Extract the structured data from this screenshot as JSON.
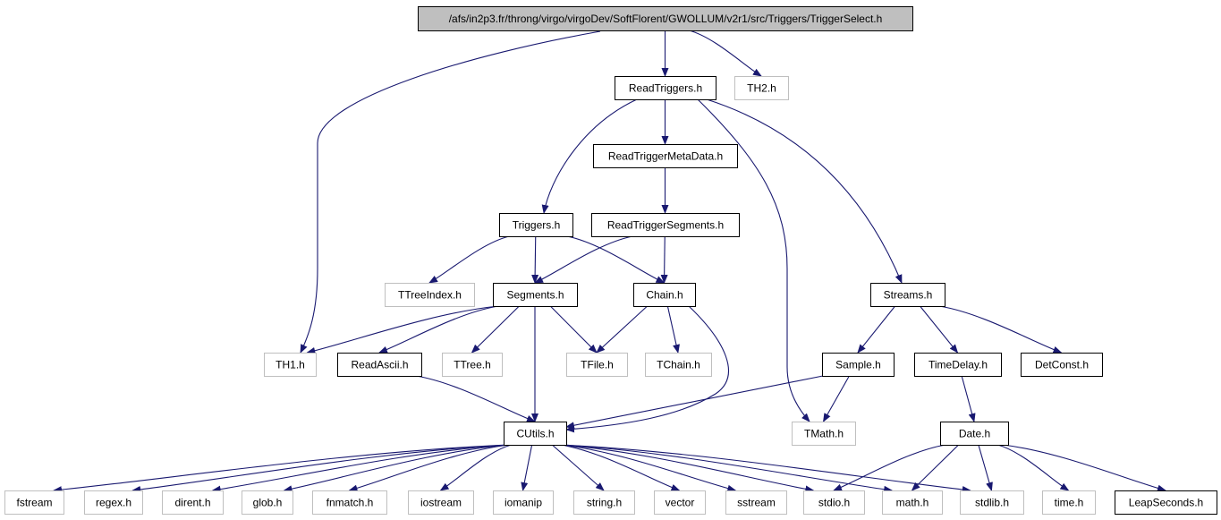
{
  "colors": {
    "edge": "#191970",
    "node_border_documented": "#000000",
    "node_border_undocumented": "#bfbfbf",
    "root_fill": "#bfbfbf",
    "node_fill": "#ffffff"
  },
  "nodes": [
    {
      "id": "root",
      "label": "/afs/in2p3.fr/throng/virgo/virgoDev/SoftFlorent/GWOLLUM/v2r1/src/Triggers/TriggerSelect.h",
      "style": "root"
    },
    {
      "id": "readtriggers",
      "label": "ReadTriggers.h",
      "style": "documented"
    },
    {
      "id": "th2",
      "label": "TH2.h",
      "style": "external"
    },
    {
      "id": "readtriggermetadata",
      "label": "ReadTriggerMetaData.h",
      "style": "documented"
    },
    {
      "id": "triggers",
      "label": "Triggers.h",
      "style": "documented"
    },
    {
      "id": "readtriggersegments",
      "label": "ReadTriggerSegments.h",
      "style": "documented"
    },
    {
      "id": "ttreeindex",
      "label": "TTreeIndex.h",
      "style": "external"
    },
    {
      "id": "segments",
      "label": "Segments.h",
      "style": "documented"
    },
    {
      "id": "chain",
      "label": "Chain.h",
      "style": "documented"
    },
    {
      "id": "streams",
      "label": "Streams.h",
      "style": "documented"
    },
    {
      "id": "th1",
      "label": "TH1.h",
      "style": "external"
    },
    {
      "id": "readascii",
      "label": "ReadAscii.h",
      "style": "documented"
    },
    {
      "id": "ttree",
      "label": "TTree.h",
      "style": "external"
    },
    {
      "id": "tfile",
      "label": "TFile.h",
      "style": "external"
    },
    {
      "id": "tchain",
      "label": "TChain.h",
      "style": "external"
    },
    {
      "id": "sample",
      "label": "Sample.h",
      "style": "documented"
    },
    {
      "id": "timedelay",
      "label": "TimeDelay.h",
      "style": "documented"
    },
    {
      "id": "detconst",
      "label": "DetConst.h",
      "style": "documented"
    },
    {
      "id": "cutils",
      "label": "CUtils.h",
      "style": "documented"
    },
    {
      "id": "tmath",
      "label": "TMath.h",
      "style": "external"
    },
    {
      "id": "date",
      "label": "Date.h",
      "style": "documented"
    },
    {
      "id": "fstream",
      "label": "fstream",
      "style": "external"
    },
    {
      "id": "regex",
      "label": "regex.h",
      "style": "external"
    },
    {
      "id": "dirent",
      "label": "dirent.h",
      "style": "external"
    },
    {
      "id": "glob",
      "label": "glob.h",
      "style": "external"
    },
    {
      "id": "fnmatch",
      "label": "fnmatch.h",
      "style": "external"
    },
    {
      "id": "iostream",
      "label": "iostream",
      "style": "external"
    },
    {
      "id": "iomanip",
      "label": "iomanip",
      "style": "external"
    },
    {
      "id": "string",
      "label": "string.h",
      "style": "external"
    },
    {
      "id": "vector",
      "label": "vector",
      "style": "external"
    },
    {
      "id": "sstream",
      "label": "sstream",
      "style": "external"
    },
    {
      "id": "stdio",
      "label": "stdio.h",
      "style": "external"
    },
    {
      "id": "math",
      "label": "math.h",
      "style": "external"
    },
    {
      "id": "stdlib",
      "label": "stdlib.h",
      "style": "external"
    },
    {
      "id": "time",
      "label": "time.h",
      "style": "external"
    },
    {
      "id": "leapseconds",
      "label": "LeapSeconds.h",
      "style": "documented"
    }
  ],
  "edges": [
    [
      "root",
      "readtriggers"
    ],
    [
      "root",
      "th2"
    ],
    [
      "root",
      "th1"
    ],
    [
      "readtriggers",
      "readtriggermetadata"
    ],
    [
      "readtriggers",
      "triggers"
    ],
    [
      "readtriggers",
      "tmath"
    ],
    [
      "readtriggers",
      "streams"
    ],
    [
      "readtriggermetadata",
      "readtriggersegments"
    ],
    [
      "readtriggersegments",
      "segments"
    ],
    [
      "readtriggersegments",
      "chain"
    ],
    [
      "triggers",
      "ttreeindex"
    ],
    [
      "triggers",
      "segments"
    ],
    [
      "triggers",
      "chain"
    ],
    [
      "segments",
      "th1"
    ],
    [
      "segments",
      "readascii"
    ],
    [
      "segments",
      "ttree"
    ],
    [
      "segments",
      "tfile"
    ],
    [
      "segments",
      "cutils"
    ],
    [
      "chain",
      "tfile"
    ],
    [
      "chain",
      "tchain"
    ],
    [
      "chain",
      "cutils"
    ],
    [
      "readascii",
      "cutils"
    ],
    [
      "streams",
      "sample"
    ],
    [
      "streams",
      "timedelay"
    ],
    [
      "streams",
      "detconst"
    ],
    [
      "sample",
      "cutils"
    ],
    [
      "sample",
      "tmath"
    ],
    [
      "timedelay",
      "date"
    ],
    [
      "cutils",
      "fstream"
    ],
    [
      "cutils",
      "regex"
    ],
    [
      "cutils",
      "dirent"
    ],
    [
      "cutils",
      "glob"
    ],
    [
      "cutils",
      "fnmatch"
    ],
    [
      "cutils",
      "iostream"
    ],
    [
      "cutils",
      "iomanip"
    ],
    [
      "cutils",
      "string"
    ],
    [
      "cutils",
      "vector"
    ],
    [
      "cutils",
      "sstream"
    ],
    [
      "cutils",
      "stdio"
    ],
    [
      "cutils",
      "math"
    ],
    [
      "cutils",
      "stdlib"
    ],
    [
      "date",
      "stdio"
    ],
    [
      "date",
      "math"
    ],
    [
      "date",
      "stdlib"
    ],
    [
      "date",
      "time"
    ],
    [
      "date",
      "leapseconds"
    ]
  ]
}
